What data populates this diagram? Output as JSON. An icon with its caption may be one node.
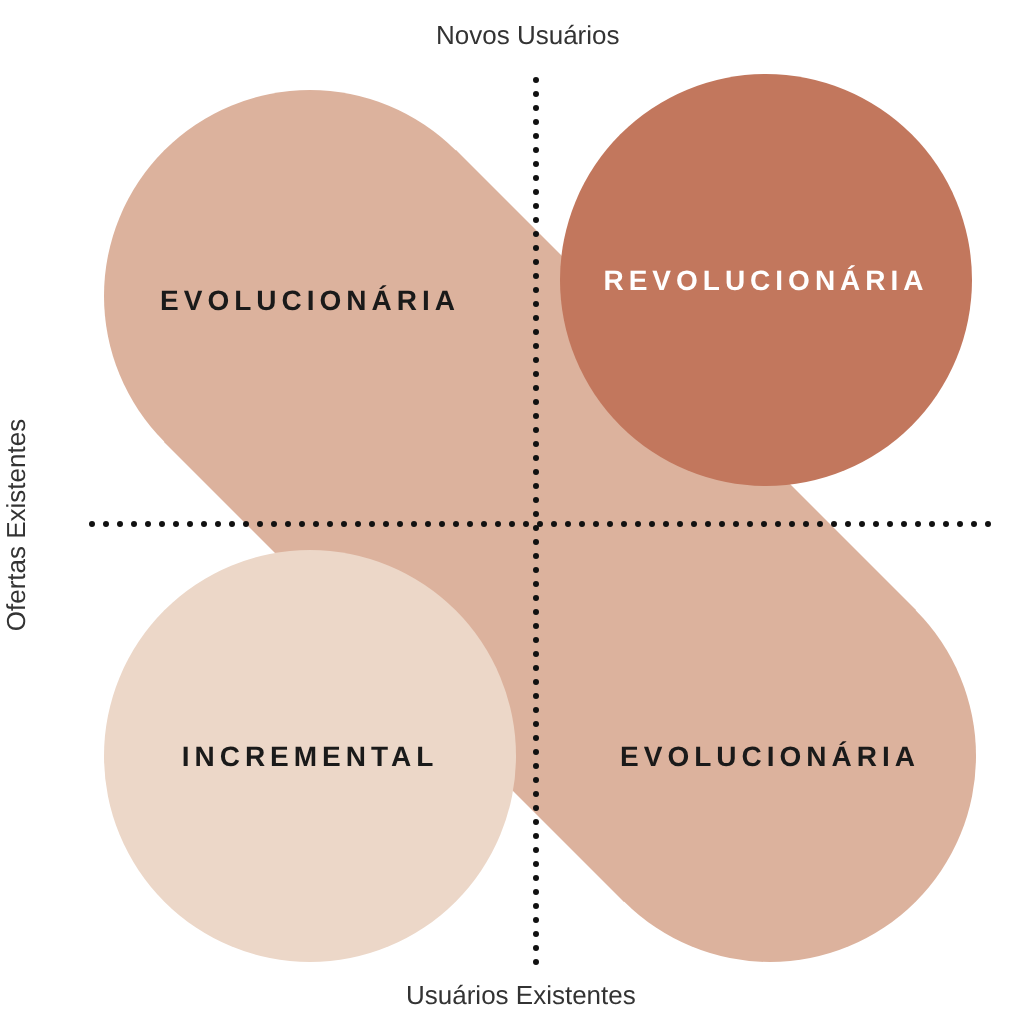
{
  "diagram": {
    "nodes": [
      {
        "text": [
          "EVOLUCIONÁRIA",
          "EVOLUCIONÁRIA"
        ]
      },
      {
        "text": [
          "REVOLUCIONÁRIA"
        ]
      },
      {
        "text": [
          "INCREMENTAL"
        ]
      }
    ],
    "labels": [
      "Novos Usuários",
      "Ofertas Existentes",
      "Usuários Existentes"
    ]
  }
}
